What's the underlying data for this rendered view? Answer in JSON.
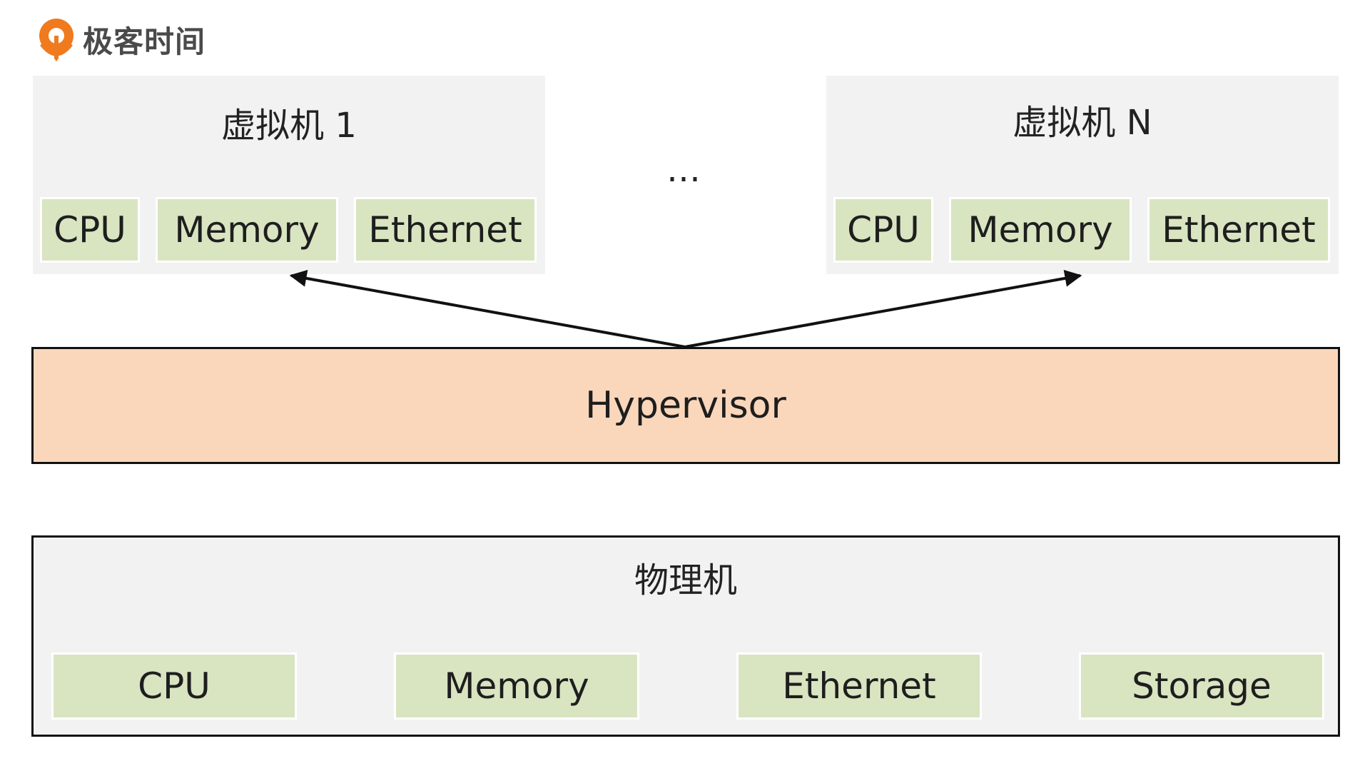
{
  "brand": {
    "name": "极客时间",
    "accent": "#f07a1e"
  },
  "vm_left": {
    "title": "虚拟机 1",
    "components": [
      "CPU",
      "Memory",
      "Ethernet"
    ]
  },
  "vm_right": {
    "title": "虚拟机 N",
    "components": [
      "CPU",
      "Memory",
      "Ethernet"
    ]
  },
  "ellipsis": "…",
  "hypervisor": {
    "label": "Hypervisor",
    "color": "#fad7bb"
  },
  "physical": {
    "title": "物理机",
    "components": [
      "CPU",
      "Memory",
      "Ethernet",
      "Storage"
    ]
  },
  "colors": {
    "component_fill": "#d9e4c1",
    "panel_fill": "#f2f2f2",
    "border": "#111111"
  }
}
